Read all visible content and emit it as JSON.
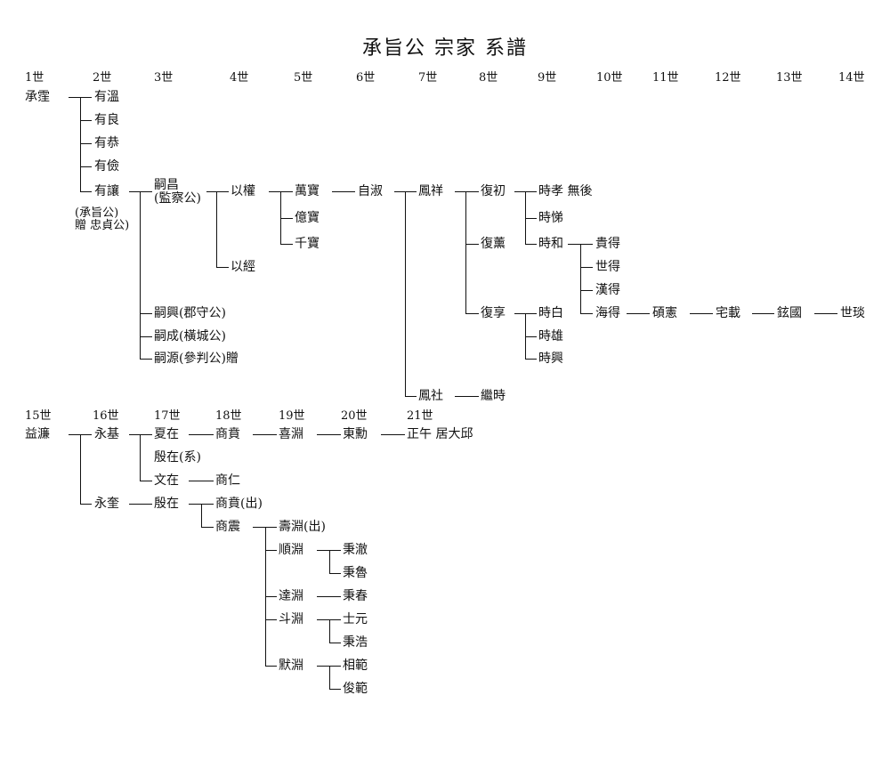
{
  "title": "承旨公 宗家 系譜",
  "generations_top": [
    "1世",
    "2世",
    "3世",
    "4世",
    "5世",
    "6世",
    "7世",
    "8世",
    "9世",
    "10世",
    "11世",
    "12世",
    "13世",
    "14世"
  ],
  "generations_bottom": [
    "15世",
    "16世",
    "17世",
    "18世",
    "19世",
    "20世",
    "21世"
  ],
  "persons": {
    "p1": "承霔",
    "p2a": "有溫",
    "p2b": "有良",
    "p2c": "有恭",
    "p2d": "有儉",
    "p2e": "有讓",
    "p2e_note1": "(承旨公)",
    "p2e_note2": "贈 忠貞公)",
    "p3a1": "嗣昌",
    "p3a2": "(監察公)",
    "p3b": "嗣興(郡守公)",
    "p3c": "嗣成(橫城公)",
    "p3d": "嗣源(參判公)贈",
    "p4a": "以權",
    "p4b": "以經",
    "p5a": "萬寶",
    "p5b": "億寶",
    "p5c": "千寶",
    "p6a": "自淑",
    "p7a": "鳳祥",
    "p7b": "鳳社",
    "p8a": "復初",
    "p8b": "復薰",
    "p8c": "復享",
    "p8d": "繼時",
    "p9a": "時孝 無後",
    "p9b": "時悌",
    "p9c": "時和",
    "p9d": "時白",
    "p9e": "時雄",
    "p9f": "時興",
    "p10a": "貴得",
    "p10b": "世得",
    "p10c": "漢得",
    "p10d": "海得",
    "p11": "碩憲",
    "p12": "宅載",
    "p13": "鉉國",
    "p14": "世琰",
    "p15": "益濂",
    "p16a": "永基",
    "p16b": "永奎",
    "p17a": "夏在",
    "p17b": "殷在(系)",
    "p17c": "文在",
    "p17d": "殷在",
    "p18a": "商賁",
    "p18b": "商仁",
    "p18c": "商賁(出)",
    "p18d": "商震",
    "p19a": "喜淵",
    "p19b": "壽淵(出)",
    "p19c": "順淵",
    "p19d": "達淵",
    "p19e": "斗淵",
    "p19f": "默淵",
    "p20a": "東勳",
    "p20b": "秉澈",
    "p20c": "秉魯",
    "p20d": "秉春",
    "p20e": "士元",
    "p20f": "秉浩",
    "p20g": "相範",
    "p20h": "俊範",
    "p21": "正午 居大邱"
  }
}
